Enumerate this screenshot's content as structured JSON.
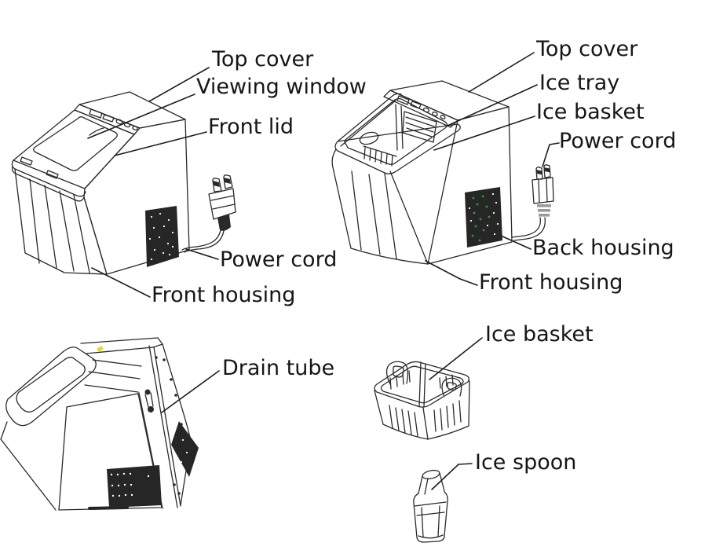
{
  "diagram": {
    "subject": "countertop ice maker parts",
    "views": [
      "closed front view",
      "open top view",
      "tilted bottom view",
      "ice basket detail",
      "ice spoon detail"
    ]
  },
  "labels": [
    {
      "id": "top-cover-front-view",
      "text": "Top cover"
    },
    {
      "id": "viewing-window",
      "text": "Viewing window"
    },
    {
      "id": "front-lid",
      "text": "Front lid"
    },
    {
      "id": "power-cord-front-view",
      "text": "Power cord"
    },
    {
      "id": "front-housing-front-view",
      "text": "Front housing"
    },
    {
      "id": "top-cover-open-view",
      "text": "Top cover"
    },
    {
      "id": "ice-tray",
      "text": "Ice tray"
    },
    {
      "id": "ice-basket-open-view",
      "text": "Ice basket"
    },
    {
      "id": "power-cord-open-view",
      "text": "Power cord"
    },
    {
      "id": "back-housing",
      "text": "Back housing"
    },
    {
      "id": "front-housing-open-view",
      "text": "Front housing"
    },
    {
      "id": "drain-tube",
      "text": "Drain tube"
    },
    {
      "id": "ice-basket-detail",
      "text": "Ice basket"
    },
    {
      "id": "ice-spoon",
      "text": "Ice spoon"
    }
  ],
  "colors": {
    "background": "#ffffff",
    "line": "#2a2a2a",
    "text": "#161616",
    "vent_fill": "#262626",
    "green_speckle": "#2f9e2f",
    "yellow_mark": "#e6d832",
    "plug_collar_gray": "#9a9a9a"
  }
}
